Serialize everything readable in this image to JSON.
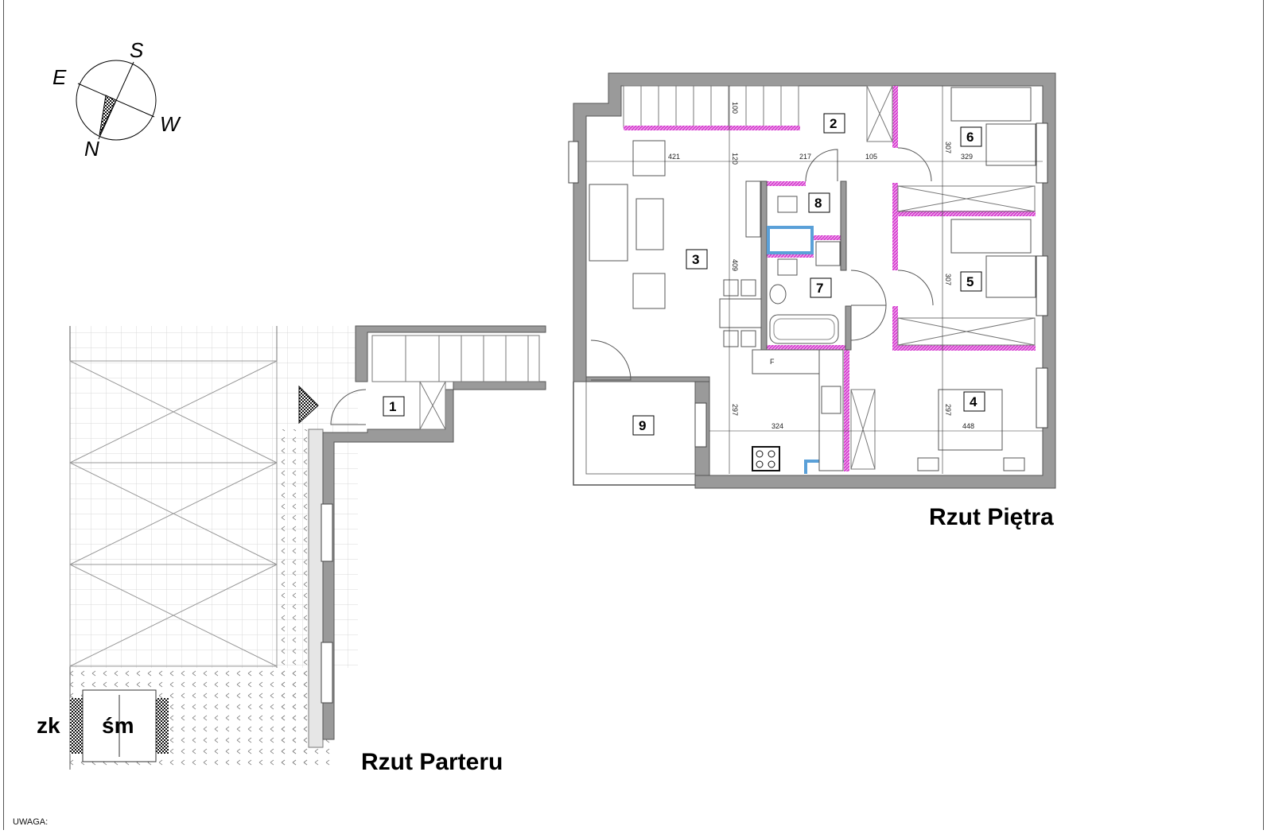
{
  "compass": {
    "s": "S",
    "e": "E",
    "w": "W",
    "n": "N"
  },
  "titles": {
    "upper_floor": "Rzut Piętra",
    "ground_floor": "Rzut Parteru"
  },
  "rooms": [
    "1",
    "2",
    "3",
    "4",
    "5",
    "6",
    "7",
    "8",
    "9"
  ],
  "dimensions": {
    "d421": "421",
    "d120": "120",
    "d100": "100",
    "d217": "217",
    "d105": "105",
    "d307a": "307",
    "d329": "329",
    "d409": "409",
    "d307b": "307",
    "d297a": "297",
    "d324": "324",
    "d297b": "297",
    "d448": "448"
  },
  "fixtures": {
    "fridge": "F"
  },
  "legend": {
    "zk": "zk",
    "sm": "śm"
  },
  "note": "UWAGA:",
  "colors": {
    "wall": "#9a9a9a",
    "insulation": "#d63fd0",
    "water": "#5aa0d8"
  }
}
